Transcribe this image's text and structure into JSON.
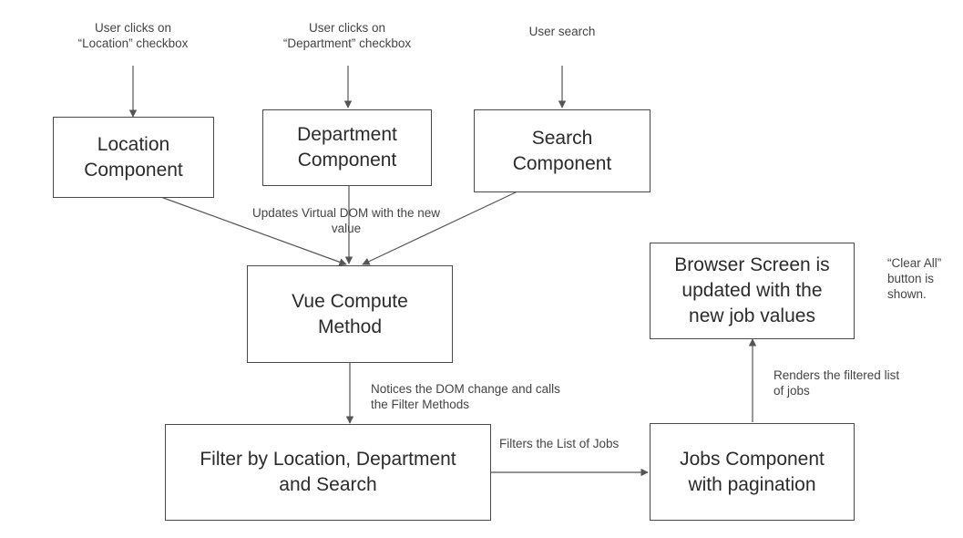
{
  "boxes": {
    "location": "Location\nComponent",
    "department": "Department\nComponent",
    "search": "Search\nComponent",
    "vue_compute": "Vue Compute\nMethod",
    "filter": "Filter by Location, Department\nand Search",
    "jobs": "Jobs Component\nwith pagination",
    "browser": "Browser Screen is\nupdated with the\nnew job values"
  },
  "labels": {
    "location_trigger": "User clicks on\n“Location” checkbox",
    "department_trigger": "User clicks on\n“Department” checkbox",
    "search_trigger": "User search",
    "updates_virtual_dom": "Updates Virtual DOM with the new\nvalue",
    "notices_dom_change": "Notices the DOM change and calls\nthe Filter Methods",
    "filters_list": "Filters the List of Jobs",
    "renders_filtered": "Renders the filtered list\nof jobs",
    "clear_all_note": "“Clear All”\nbutton is\nshown."
  },
  "colors": {
    "line": "#555555",
    "border": "#4a4a4a",
    "text": "#333333"
  }
}
